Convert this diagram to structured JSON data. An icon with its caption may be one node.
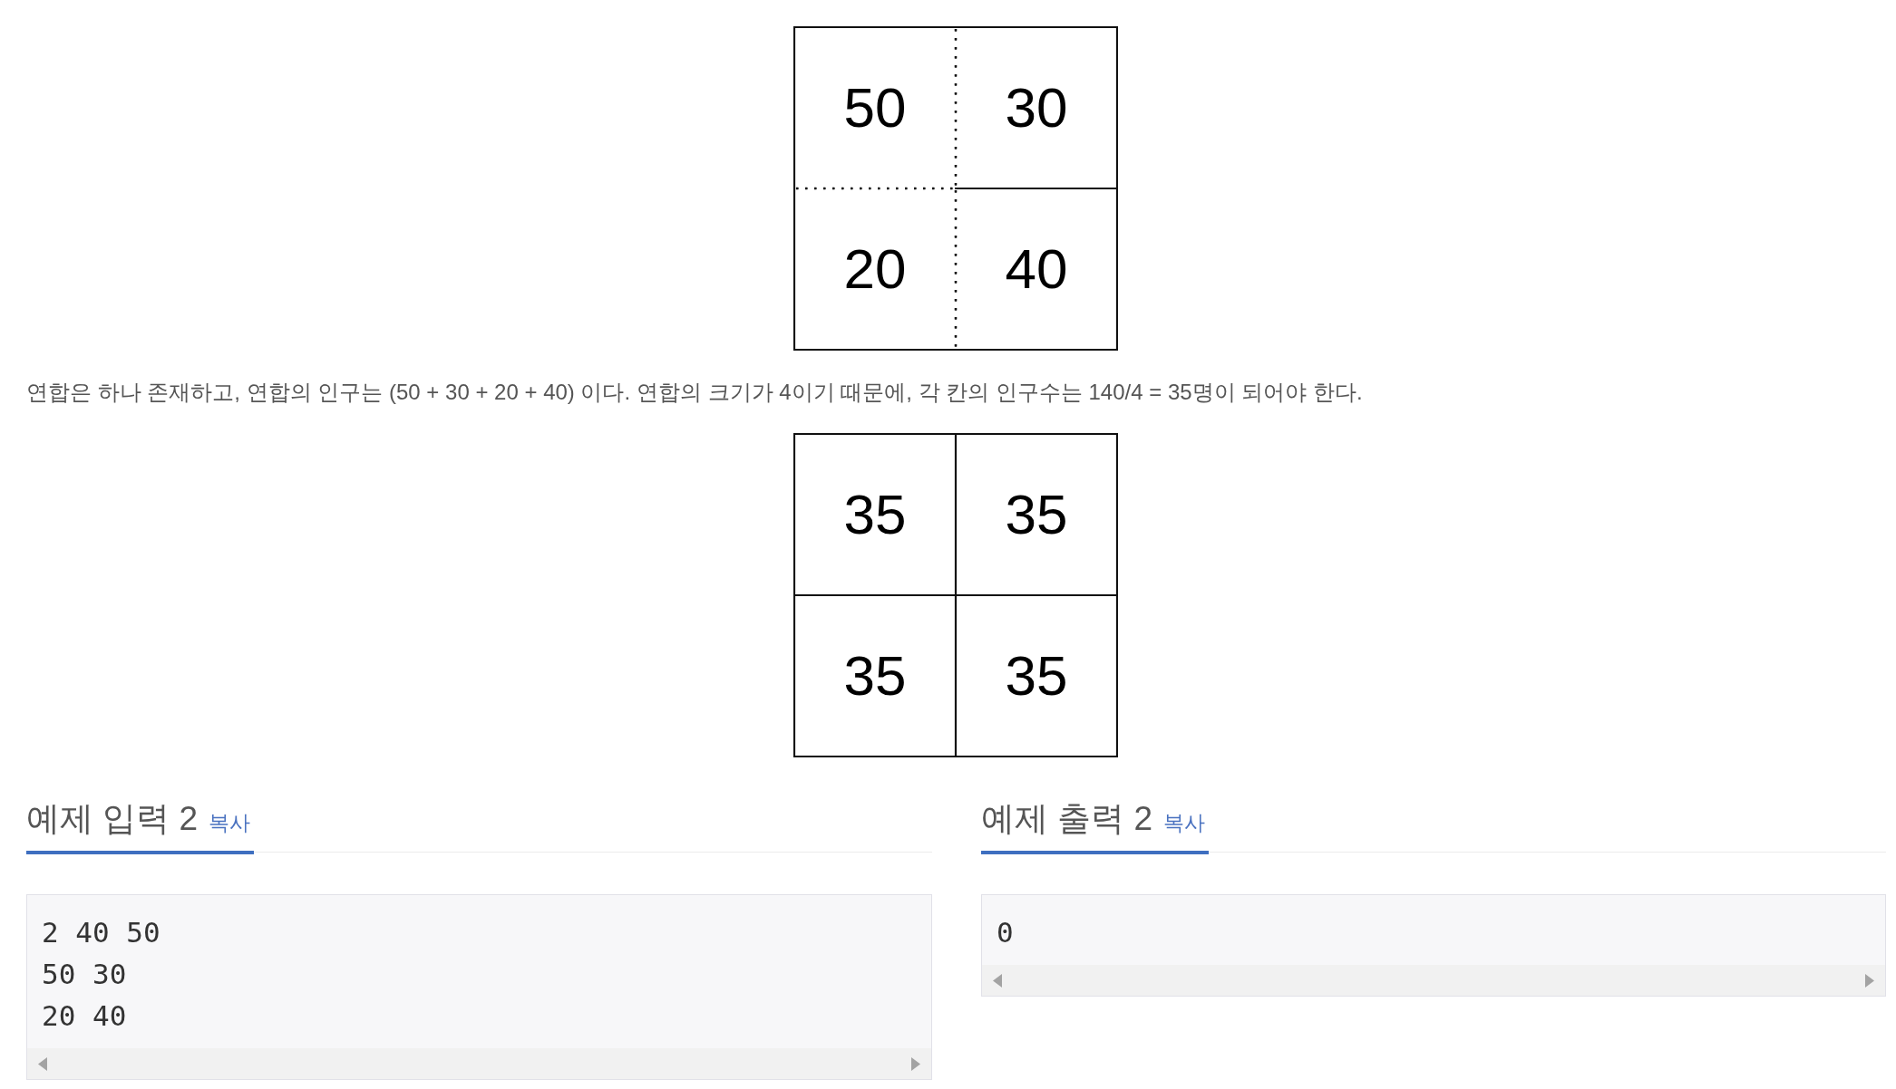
{
  "diagram": {
    "nodes": [
      {
        "text": [
          "50"
        ]
      },
      {
        "text": [
          "30"
        ]
      },
      {
        "text": [
          "20"
        ]
      },
      {
        "text": [
          "40"
        ]
      },
      {
        "text": [
          "35"
        ]
      },
      {
        "text": [
          "35"
        ]
      },
      {
        "text": [
          "35"
        ]
      },
      {
        "text": [
          "35"
        ]
      },
      {
        "text": [
          "2 40 50",
          "50 30",
          "20 40"
        ]
      },
      {
        "text": [
          "0"
        ]
      }
    ],
    "labels": [
      "연합은 하나 존재하고, 연합의 인구는 (50 + 30 + 20 + 40) 이다. 연합의 크기가 4이기 때문에, 각 칸의 인구수는 140/4 = 35명이 되어야 한다.",
      "예제 입력 2",
      "복사",
      "예제 출력 2",
      "복사"
    ]
  }
}
